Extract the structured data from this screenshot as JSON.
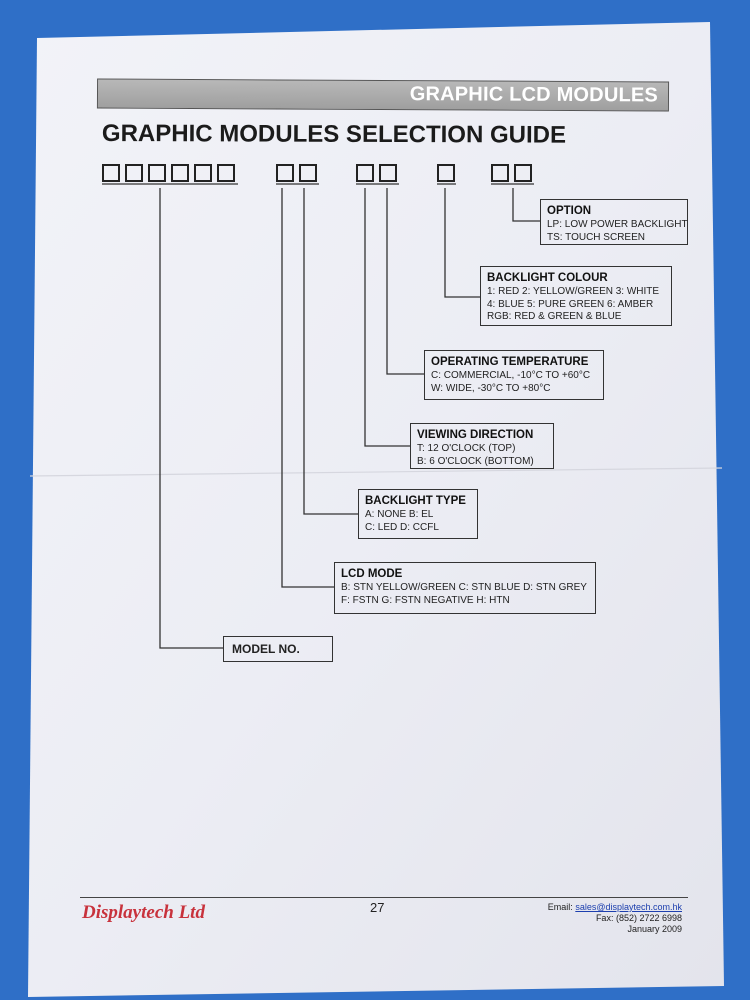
{
  "header": {
    "banner": "GRAPHIC LCD MODULES",
    "title": "GRAPHIC MODULES SELECTION GUIDE"
  },
  "option": {
    "heading": "OPTION",
    "lines": [
      "LP: LOW POWER BACKLIGHT",
      "TS: TOUCH SCREEN"
    ]
  },
  "backlight_colour": {
    "heading": "BACKLIGHT COLOUR",
    "lines": [
      "1: RED   2: YELLOW/GREEN   3: WHITE",
      "4: BLUE   5: PURE GREEN   6: AMBER",
      "RGB: RED & GREEN & BLUE"
    ]
  },
  "operating_temperature": {
    "heading": "OPERATING TEMPERATURE",
    "lines": [
      "C: COMMERCIAL, -10°C TO +60°C",
      "W: WIDE, -30°C TO +80°C"
    ]
  },
  "viewing_direction": {
    "heading": "VIEWING DIRECTION",
    "lines": [
      "T: 12 O'CLOCK (TOP)",
      "B: 6 O'CLOCK (BOTTOM)"
    ]
  },
  "backlight_type": {
    "heading": "BACKLIGHT TYPE",
    "lines": [
      "A: NONE   B: EL",
      "C: LED   D: CCFL"
    ]
  },
  "lcd_mode": {
    "heading": "LCD MODE",
    "lines": [
      "B: STN YELLOW/GREEN   C: STN BLUE   D: STN GREY",
      "F: FSTN   G: FSTN NEGATIVE   H: HTN"
    ]
  },
  "model_no": {
    "label": "MODEL NO."
  },
  "footer": {
    "company": "Displaytech Ltd",
    "page_number": "27",
    "email_label": "Email:",
    "email": "sales@displaytech.com.hk",
    "fax": "Fax: (852) 2722 6998",
    "date": "January 2009"
  }
}
